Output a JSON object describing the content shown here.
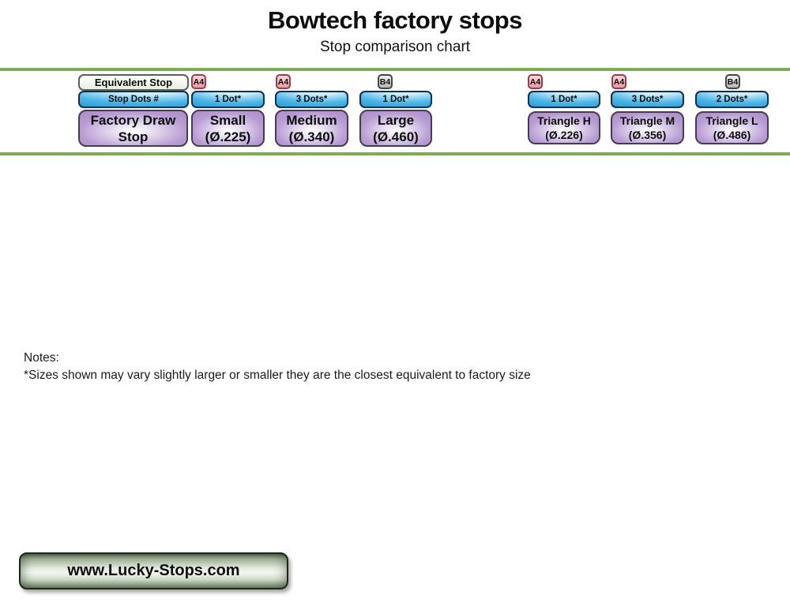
{
  "header": {
    "title": "Bowtech factory stops",
    "subtitle": "Stop comparison chart"
  },
  "table": {
    "row_headers": {
      "equivalent_stop": "Equivalent Stop",
      "stop_dots": "Stop Dots #",
      "factory_line1": "Factory Draw",
      "factory_line2": "Stop"
    },
    "columns": [
      {
        "badge": "A4",
        "badge_style": "pink",
        "dots": "1 Dot*",
        "name": "Small",
        "size": "(Ø.225)"
      },
      {
        "badge": "A4",
        "badge_style": "pink",
        "dots": "3 Dots*",
        "name": "Medium",
        "size": "(Ø.340)"
      },
      {
        "badge": "B4",
        "badge_style": "gray",
        "dots": "1 Dot*",
        "name": "Large",
        "size": "(Ø.460)"
      },
      {
        "badge": "A4",
        "badge_style": "pink",
        "dots": "1 Dot*",
        "name": "Triangle H",
        "size": "(Ø.226)"
      },
      {
        "badge": "A4",
        "badge_style": "pink",
        "dots": "3 Dots*",
        "name": "Triangle M",
        "size": "(Ø.356)"
      },
      {
        "badge": "B4",
        "badge_style": "gray",
        "dots": "2 Dots*",
        "name": "Triangle L",
        "size": "(Ø.486)"
      }
    ]
  },
  "notes": {
    "label": "Notes:",
    "text": "*Sizes shown may vary slightly larger or smaller they are the closest equivalent to factory size"
  },
  "footer": {
    "website": "www.Lucky-Stops.com"
  },
  "colors": {
    "accent_green_line": "#7dac55",
    "blue_box": "#2da3dc",
    "purple_box": "#b296ce",
    "badge_pink": "#f3b3ba",
    "badge_pink_border": "#93404a",
    "badge_gray": "#d2d2d2",
    "button_green_dark": "#52664e",
    "button_green_light": "#f2f6ef"
  }
}
